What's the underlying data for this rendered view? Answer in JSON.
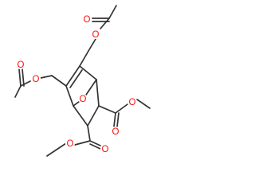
{
  "molecule": {
    "atoms": {
      "ester_O_top": "O",
      "carbonyl_O_top": "O",
      "ester_O_left": "O",
      "carbonyl_O_left": "O",
      "bridge_O": "O",
      "carbonyl_O_right": "O",
      "methoxy_O_right": "O",
      "carbonyl_O_bottom": "O",
      "methoxy_O_bottom": "O"
    }
  }
}
